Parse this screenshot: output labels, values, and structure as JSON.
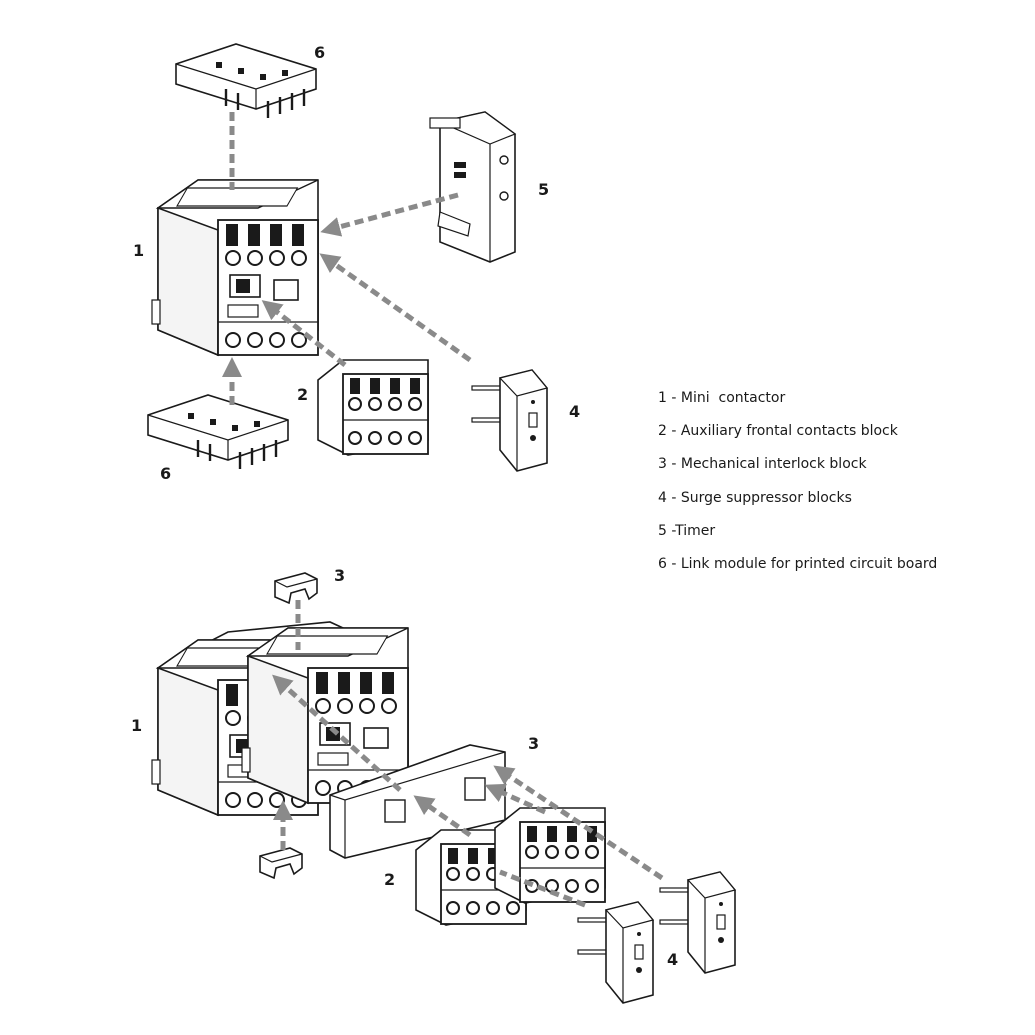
{
  "callouts": {
    "top_6_upper": "6",
    "top_5": "5",
    "top_1": "1",
    "top_2": "2",
    "top_4": "4",
    "top_6_lower": "6",
    "bottom_3_upper": "3",
    "bottom_1": "1",
    "bottom_3_right": "3",
    "bottom_2": "2",
    "bottom_4": "4"
  },
  "legend": [
    "1 - Mini  contactor",
    "2 - Auxiliary frontal contacts block",
    "3 - Mechanical interlock block",
    "4 - Surge suppressor blocks",
    "5 -Timer",
    "6 - Link module for printed circuit board"
  ],
  "colors": {
    "line": "#1a1a1a",
    "arrow": "#8a8a8a",
    "fill": "#ffffff"
  }
}
